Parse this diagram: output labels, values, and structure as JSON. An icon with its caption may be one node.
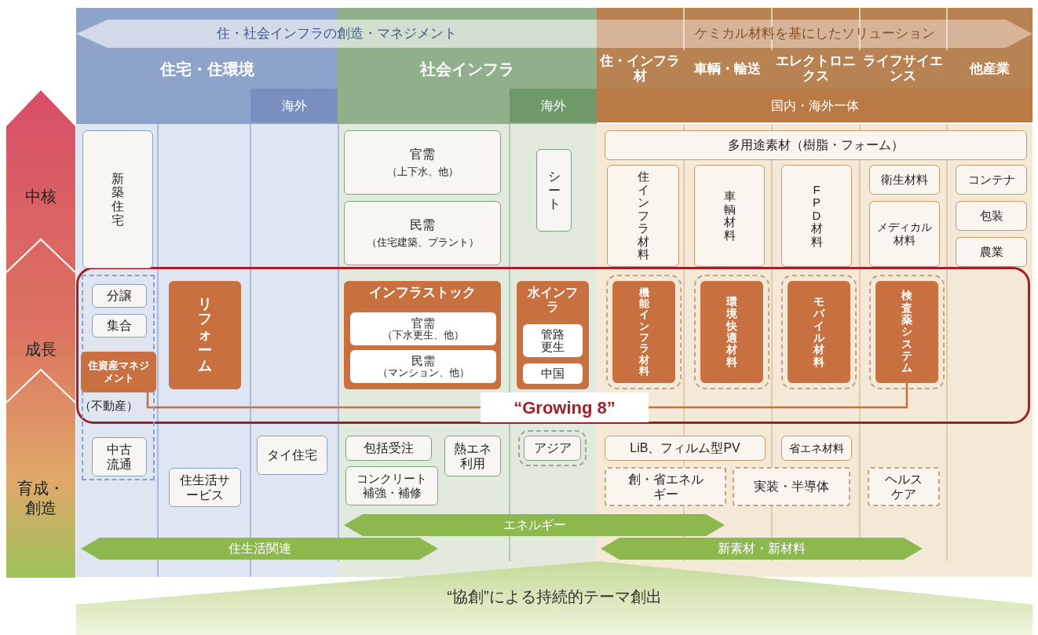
{
  "diagram": {
    "nodes": [
      {
        "text": [
          "住・社会インフラの創造・マネジメント"
        ]
      },
      {
        "text": [
          "ケミカル材料を基にしたソリューション"
        ]
      },
      {
        "text": [
          "住宅・住環境"
        ]
      },
      {
        "text": [
          "社会インフラ"
        ]
      },
      {
        "text": [
          "住・インフラ材"
        ]
      },
      {
        "text": [
          "車輌・輸送"
        ]
      },
      {
        "text": [
          "エレクトロニクス"
        ]
      },
      {
        "text": [
          "ライフサイエンス"
        ]
      },
      {
        "text": [
          "他産業"
        ]
      },
      {
        "text": [
          "海外"
        ]
      },
      {
        "text": [
          "海外"
        ]
      },
      {
        "text": [
          "国内・海外一体"
        ]
      },
      {
        "text": [
          "新築住宅"
        ]
      },
      {
        "text": [
          "官需",
          "（上下水、他）"
        ]
      },
      {
        "text": [
          "民需",
          "（住宅建築、プラント）"
        ]
      },
      {
        "text": [
          "シート"
        ]
      },
      {
        "text": [
          "多用途素材（樹脂・フォーム）"
        ]
      },
      {
        "text": [
          "住インフラ材料"
        ]
      },
      {
        "text": [
          "車輌材料"
        ]
      },
      {
        "text": [
          "FPD材料"
        ]
      },
      {
        "text": [
          "衛生材料"
        ]
      },
      {
        "text": [
          "メディカル材料"
        ]
      },
      {
        "text": [
          "コンテナ"
        ]
      },
      {
        "text": [
          "包装"
        ]
      },
      {
        "text": [
          "農業"
        ]
      },
      {
        "text": [],
        "shape": "box"
      },
      {
        "text": [
          "分譲"
        ],
        "in": 25
      },
      {
        "text": [
          "集合"
        ],
        "in": 25
      },
      {
        "text": [
          "住資産マネジメント"
        ],
        "in": 25,
        "beside": [
          "（不動産）"
        ]
      },
      {
        "text": [
          "中古流通"
        ],
        "in": 25
      },
      {
        "text": [
          "リフォーム"
        ]
      },
      {
        "text": [
          "インフラストック"
        ]
      },
      {
        "text": [
          "官需",
          "（下水更生、他）"
        ],
        "in": 31
      },
      {
        "text": [
          "民需",
          "（マンション、他）"
        ],
        "in": 31
      },
      {
        "text": [
          "水インフラ"
        ]
      },
      {
        "text": [
          "管路更生"
        ],
        "in": 34
      },
      {
        "text": [
          "中国"
        ],
        "in": 34
      },
      {
        "text": [
          "機能インフラ材料"
        ]
      },
      {
        "text": [
          "環境快適材料"
        ]
      },
      {
        "text": [
          "モバイル材料"
        ]
      },
      {
        "text": [
          "検査薬システム"
        ]
      },
      {
        "text": [
          "“Growing 8”"
        ]
      },
      {
        "text": [
          "タイ住宅"
        ]
      },
      {
        "text": [
          "包括受注"
        ]
      },
      {
        "text": [
          "熱エネ利用"
        ]
      },
      {
        "text": [
          "コンクリート補強・補修"
        ]
      },
      {
        "text": [
          "アジア"
        ]
      },
      {
        "text": [
          "住生活サービス"
        ]
      },
      {
        "text": [
          "LiB、フィルム型PV"
        ]
      },
      {
        "text": [
          "省エネ材料"
        ]
      },
      {
        "text": [
          "創・省エネルギー"
        ]
      },
      {
        "text": [
          "実装・半導体"
        ]
      },
      {
        "text": [
          "ヘルスケア"
        ]
      },
      {
        "text": [
          "エネルギー"
        ]
      },
      {
        "text": [
          "住生活関連"
        ]
      },
      {
        "text": [
          "新素材・新材料"
        ]
      },
      {
        "text": [
          "“協創”による持続的テーマ創出"
        ]
      }
    ],
    "edges": [
      {
        "from": 28,
        "to": 41,
        "arrow": "none"
      },
      {
        "from": 40,
        "to": 41,
        "arrow": "none"
      }
    ],
    "labels": [
      "中核",
      "成長",
      "育成・創造"
    ]
  }
}
